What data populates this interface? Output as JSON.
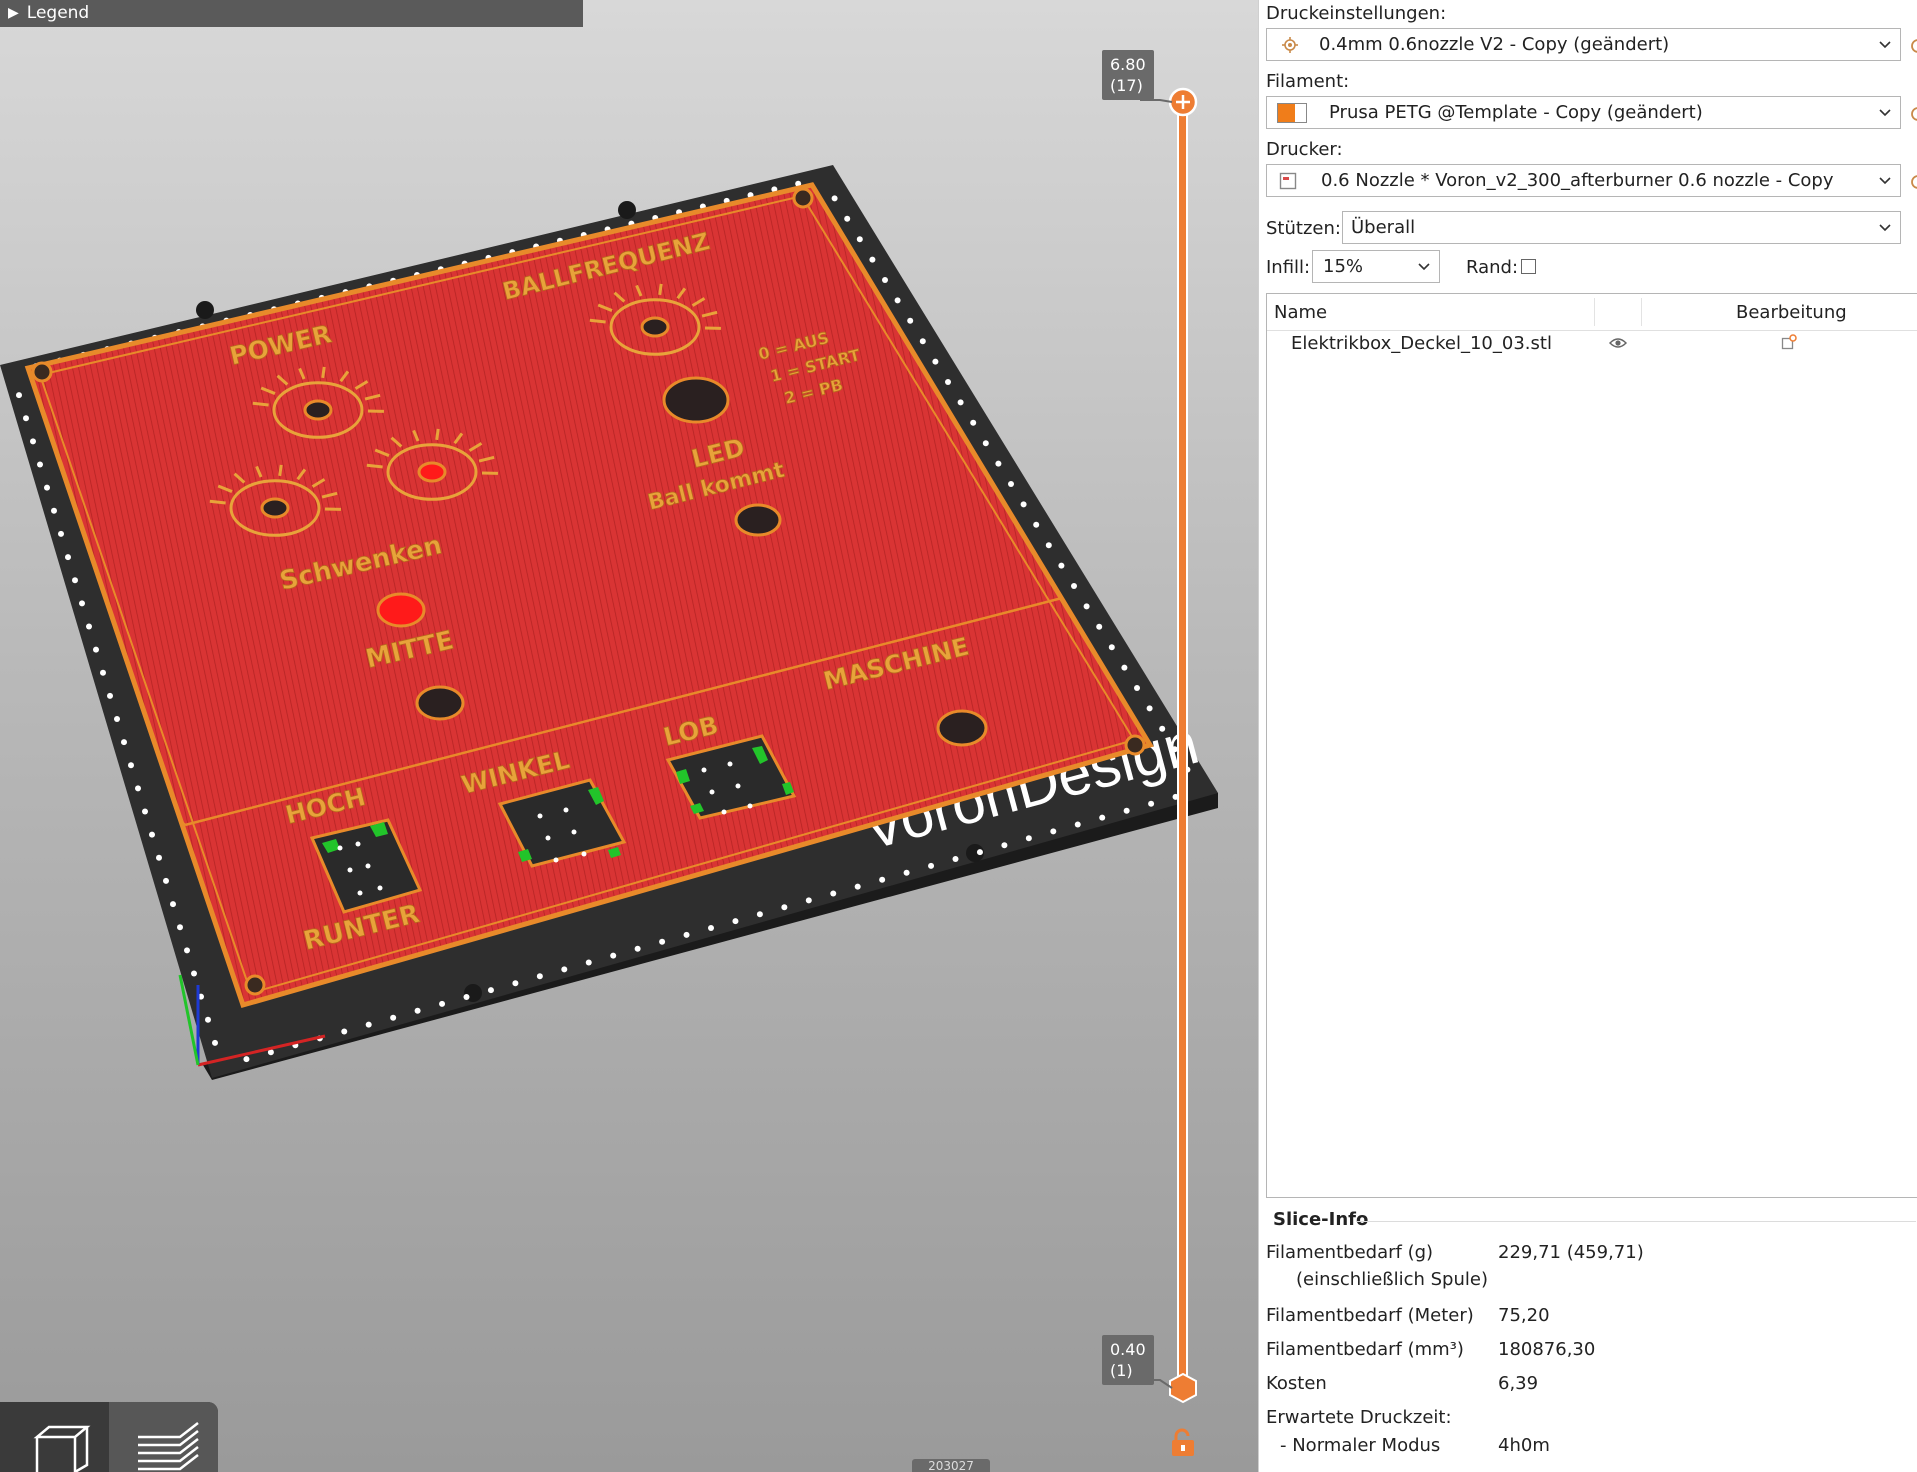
{
  "viewport": {
    "legend_label": "Legend",
    "slider": {
      "top_value": "6.80",
      "top_layer": "(17)",
      "bottom_value": "0.40",
      "bottom_layer": "(1)",
      "position": 1.0
    },
    "bed_brand": "VoronDesign",
    "bottom_counter": "203027",
    "plate_labels": {
      "power": "POWER",
      "ballfrequenz": "BALLFREQUENZ",
      "schwenken": "Schwenken",
      "mitte": "MITTE",
      "led": "LED",
      "ball_kommt": "Ball kommt",
      "mode0": "0 = AUS",
      "mode1": "1 = START",
      "mode2": "2 = PB",
      "maschine": "MASCHINE",
      "hoch": "HOCH",
      "winkel": "WINKEL",
      "lob": "LOB",
      "runter": "RUNTER"
    },
    "colors": {
      "plate": "#d93434",
      "outline": "#e88a2a",
      "bed": "#2c2c2c",
      "accent": "#ee7d33",
      "support": "#22c42a"
    },
    "view_buttons": [
      "3d-view-icon",
      "preview-layers-icon"
    ]
  },
  "panel": {
    "print_settings_label": "Druckeinstellungen:",
    "print_settings_value": "0.4mm 0.6nozzle V2 - Copy (geändert)",
    "filament_label": "Filament:",
    "filament_value": "Prusa PETG @Template - Copy (geändert)",
    "filament_color": "#f07d1a",
    "printer_label": "Drucker:",
    "printer_value": "0.6 Nozzle * Voron_v2_300_afterburner 0.6 nozzle - Copy",
    "supports_label": "Stützen:",
    "supports_value": "Überall",
    "infill_label": "Infill:",
    "infill_value": "15%",
    "brim_label": "Rand:",
    "brim_checked": false,
    "objects": {
      "col_name": "Name",
      "col_edit": "Bearbeitung",
      "rows": [
        {
          "name": "Elektrikbox_Deckel_10_03.stl"
        }
      ]
    },
    "slice_info": {
      "title": "Slice-Info",
      "rows": [
        {
          "label": "Filamentbedarf (g)",
          "value": "229,71 (459,71)"
        },
        {
          "label": "(einschließlich Spule)",
          "value": ""
        },
        {
          "label": "Filamentbedarf (Meter)",
          "value": "75,20"
        },
        {
          "label": "Filamentbedarf (mm³)",
          "value": "180876,30"
        },
        {
          "label": "Kosten",
          "value": "6,39"
        },
        {
          "label": "Erwartete Druckzeit:",
          "value": ""
        },
        {
          "label": "- Normaler Modus",
          "value": "4h0m"
        }
      ]
    }
  }
}
